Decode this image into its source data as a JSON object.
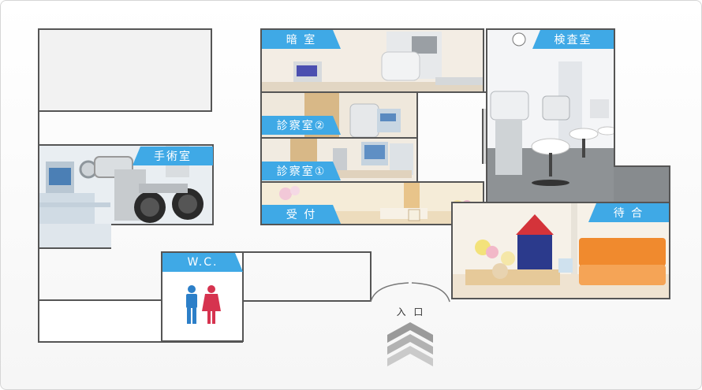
{
  "rooms": {
    "dark_room": "暗 室",
    "exam_room_2": "診察室②",
    "exam_room_1": "診察室①",
    "reception": "受 付",
    "inspection_room": "検査室",
    "waiting": "待 合",
    "surgery": "手術室",
    "wc": "W.C."
  },
  "entrance": {
    "label": "入 口"
  },
  "colors": {
    "label_bg": "#3fa9e6",
    "wall": "#555555",
    "arrow": "#8c8c8c"
  }
}
